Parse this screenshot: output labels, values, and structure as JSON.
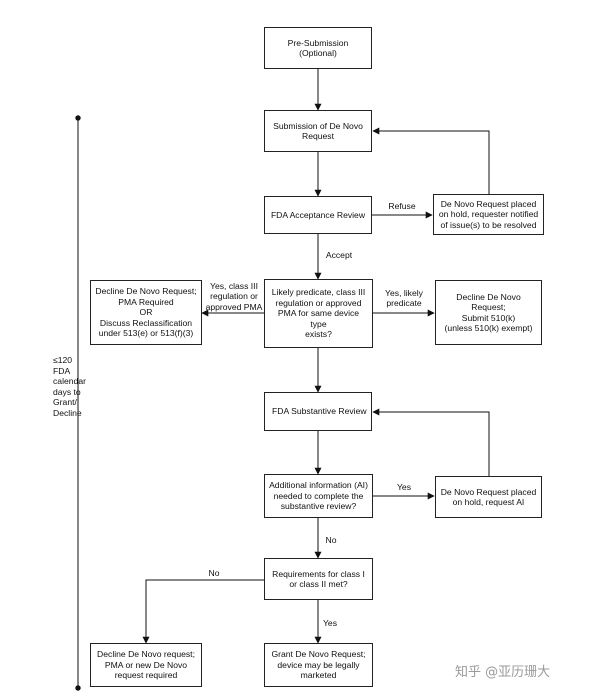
{
  "nodes": {
    "pre_submission": "Pre-Submission\n(Optional)",
    "submission": "Submission of De Novo\nRequest",
    "acceptance_review": "FDA Acceptance Review",
    "on_hold_issues": "De Novo Request placed\non hold, requester notified\nof issue(s) to be resolved",
    "predicate_question": "Likely predicate, class III\nregulation or approved\nPMA for same device type\nexists?",
    "decline_pma": "Decline De Novo Request;\nPMA Required\nOR\nDiscuss Reclassification\nunder 513(e) or 513(f)(3)",
    "decline_510k": "Decline De Novo Request;\nSubmit 510(k)\n(unless 510(k) exempt)",
    "substantive_review": "FDA Substantive Review",
    "ai_question": "Additional information (AI)\nneeded to complete the\nsubstantive review?",
    "on_hold_ai": "De Novo Request placed\non hold, request AI",
    "requirements_question": "Requirements for class I\nor class II met?",
    "decline_final": "Decline De Novo request;\nPMA or new De Novo\nrequest required",
    "grant": "Grant De Novo Request;\ndevice may be legally\nmarketed"
  },
  "edge_labels": {
    "refuse": "Refuse",
    "accept": "Accept",
    "yes_class3": "Yes, class III\nregulation or\napproved PMA",
    "yes_predicate": "Yes, likely\npredicate",
    "yes_ai": "Yes",
    "no_ai": "No",
    "no_requirements": "No",
    "yes_requirements": "Yes"
  },
  "timeline_label": "≤120\nFDA\ncalendar\ndays to\nGrant/\nDecline",
  "watermark": "知乎 @亚历珊大"
}
